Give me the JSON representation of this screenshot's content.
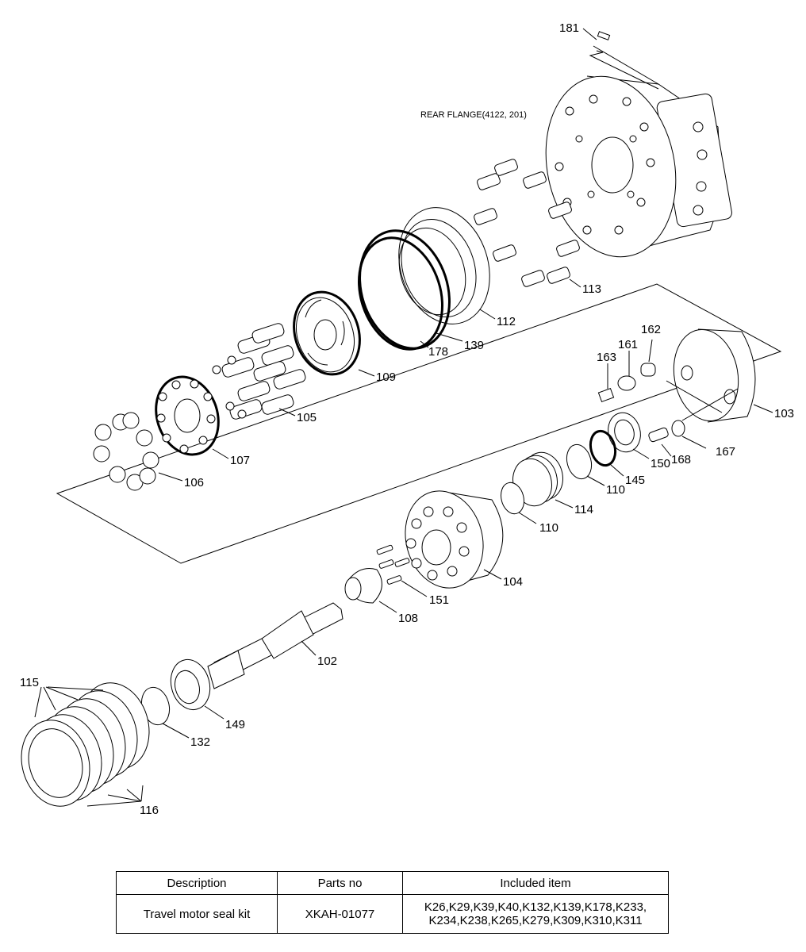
{
  "rear_flange_label": "REAR FLANGE(4122, 201)",
  "callouts": {
    "c181": "181",
    "c113": "113",
    "c112": "112",
    "c139": "139",
    "c178": "178",
    "c109": "109",
    "c105": "105",
    "c107": "107",
    "c106": "106",
    "c103": "103",
    "c162": "162",
    "c161": "161",
    "c163": "163",
    "c167": "167",
    "c168": "168",
    "c150": "150",
    "c145": "145",
    "c110a": "110",
    "c110b": "110",
    "c114": "114",
    "c104": "104",
    "c151": "151",
    "c108": "108",
    "c102": "102",
    "c149": "149",
    "c132": "132",
    "c115": "115",
    "c116": "116"
  },
  "table": {
    "headers": [
      "Description",
      "Parts no",
      "Included item"
    ],
    "rows": [
      {
        "description": "Travel motor seal kit",
        "parts_no": "XKAH-01077",
        "included_line1": "K26,K29,K39,K40,K132,K139,K178,K233,",
        "included_line2": "K234,K238,K265,K279,K309,K310,K311"
      }
    ]
  }
}
